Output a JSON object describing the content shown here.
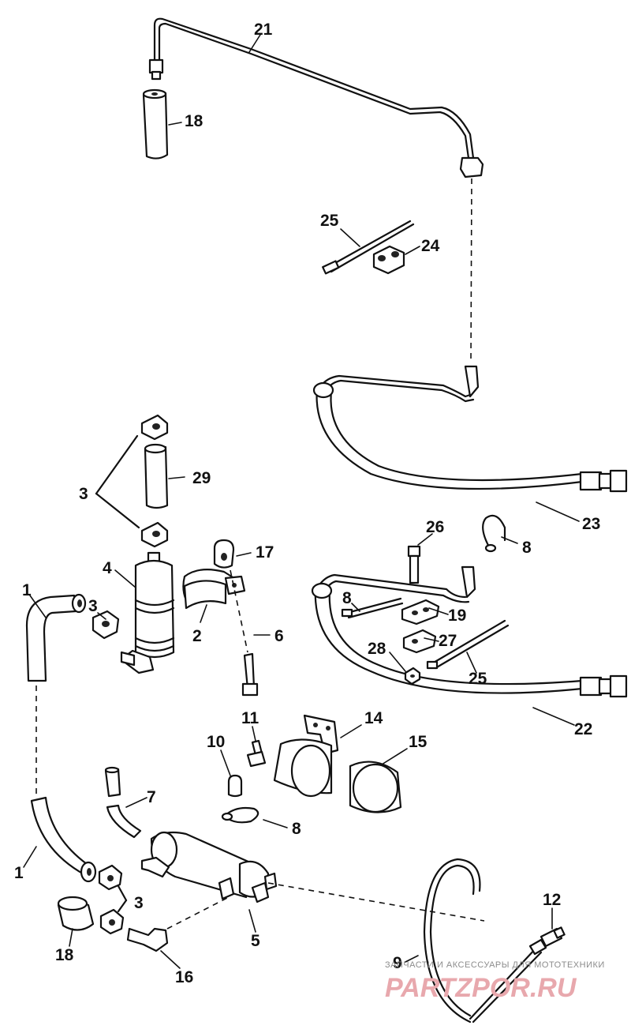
{
  "callouts": {
    "c21": "21",
    "c18_top": "18",
    "c25_top": "25",
    "c24": "24",
    "c3_top": "3",
    "c29": "29",
    "c23": "23",
    "c8_top": "8",
    "c26": "26",
    "c17": "17",
    "c4": "4",
    "c1_top": "1",
    "c3_mid": "3",
    "c2": "2",
    "c6": "6",
    "c8_mid": "8",
    "c19": "19",
    "c27": "27",
    "c28": "28",
    "c25_mid": "25",
    "c22": "22",
    "c11": "11",
    "c14": "14",
    "c10": "10",
    "c15": "15",
    "c7": "7",
    "c8_low": "8",
    "c1_low": "1",
    "c3_low": "3",
    "c18_low": "18",
    "c5": "5",
    "c16": "16",
    "c12": "12",
    "c9": "9"
  },
  "watermark": {
    "caption": "ЗАПЧАСТИ И АКСЕССУАРЫ ДЛЯ МОТОТЕХНИКИ",
    "logo": "PARTZPOR.RU"
  }
}
